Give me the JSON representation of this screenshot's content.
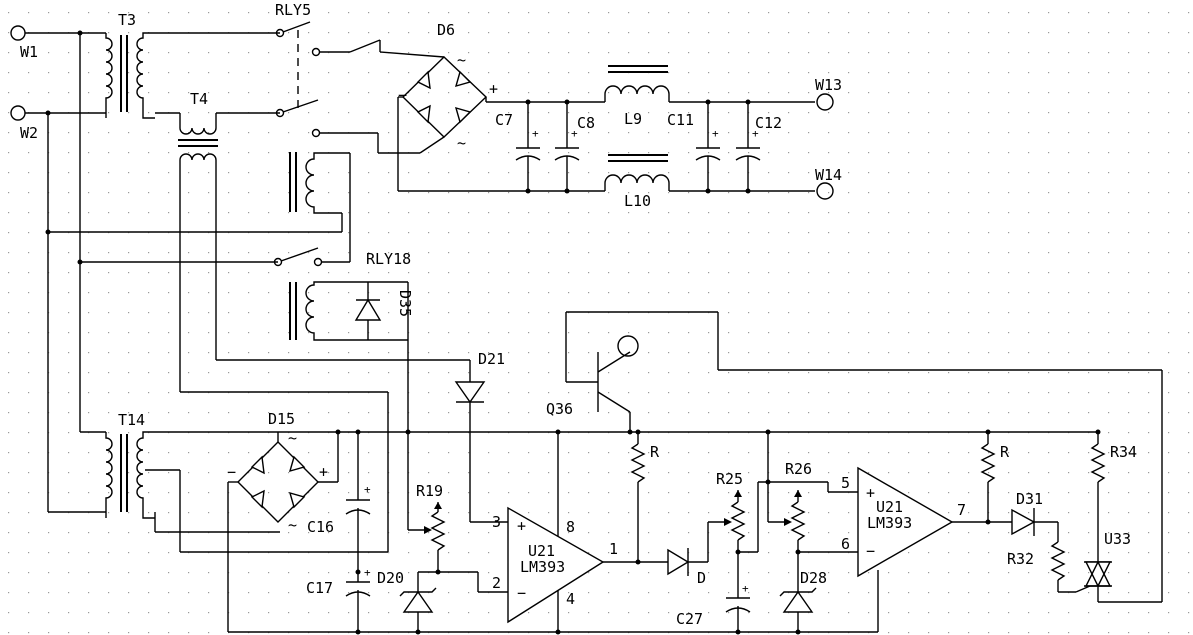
{
  "diagram": {
    "labels": {
      "W1": "W1",
      "W2": "W2",
      "W13": "W13",
      "W14": "W14",
      "T3": "T3",
      "T4": "T4",
      "T14": "T14",
      "RLY5": "RLY5",
      "RLY18": "RLY18",
      "D6": "D6",
      "D15": "D15",
      "D20": "D20",
      "D21": "D21",
      "D28": "D28",
      "D31": "D31",
      "D35": "D35",
      "D": "D",
      "C7": "C7",
      "C8": "C8",
      "C11": "C11",
      "C12": "C12",
      "C16": "C16",
      "C17": "C17",
      "C27": "C27",
      "L9": "L9",
      "L10": "L10",
      "Q36": "Q36",
      "R_top": "R",
      "R_right": "R",
      "R19": "R19",
      "R25": "R25",
      "R26": "R26",
      "R32": "R32",
      "R34": "R34",
      "U21a": "U21",
      "LM393a": "LM393",
      "U21b": "U21",
      "LM393b": "LM393",
      "U33": "U33",
      "pin3": "3",
      "pin2": "2",
      "pin8": "8",
      "pin4": "4",
      "pin1": "1",
      "pin5": "5",
      "pin6": "6",
      "pin7": "7",
      "plus": "+",
      "minus": "−",
      "tilde": "~"
    }
  }
}
